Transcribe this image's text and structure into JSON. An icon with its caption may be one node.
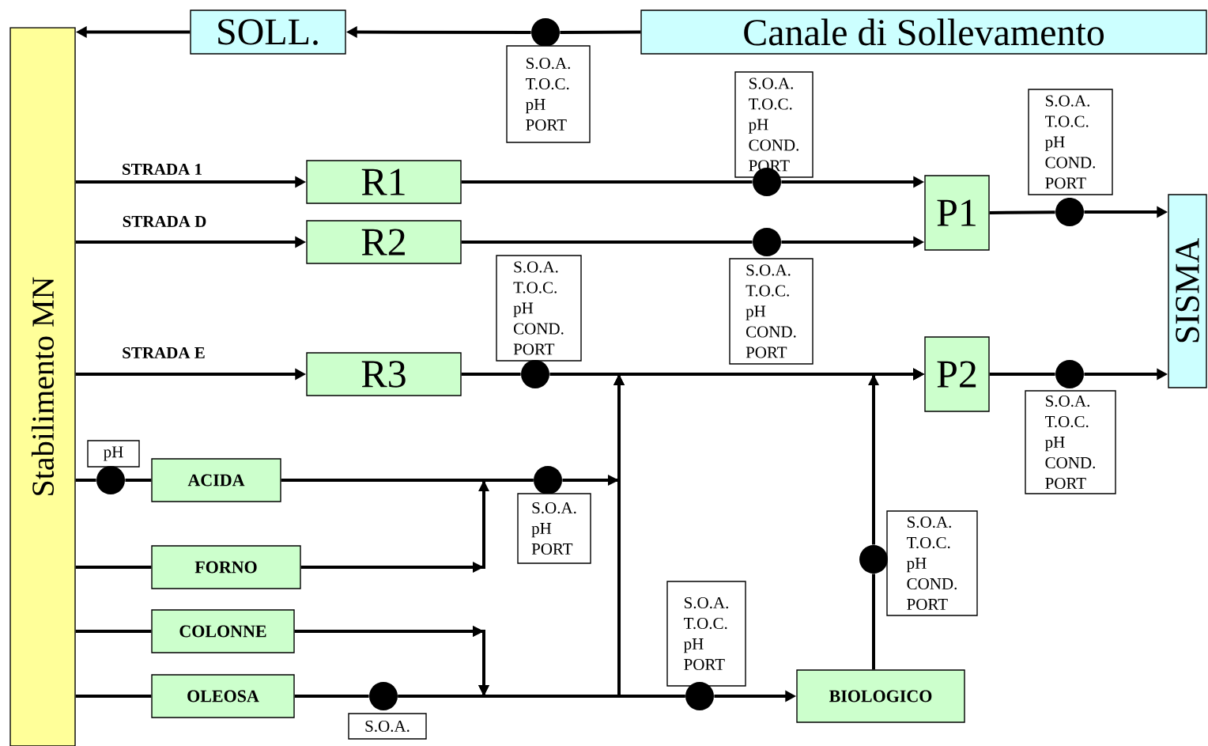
{
  "diagram": {
    "nodes": [
      {
        "text": [
          "Stabilimento MN"
        ]
      },
      {
        "text": [
          "SOLL."
        ]
      },
      {
        "text": [
          "Canale di Sollevamento"
        ]
      },
      {
        "text": [],
        "shape": "circle"
      },
      {
        "text": [
          "S.O.A.",
          "T.O.C.",
          "pH",
          "PORT"
        ]
      },
      {
        "text": [
          "S.O.A.",
          "T.O.C.",
          "pH",
          "COND.",
          "PORT"
        ]
      },
      {
        "text": [
          "S.O.A.",
          "T.O.C.",
          "pH",
          "COND.",
          "PORT"
        ]
      },
      {
        "text": [
          "R1"
        ]
      },
      {
        "text": [],
        "shape": "circle"
      },
      {
        "text": [
          "P1"
        ]
      },
      {
        "text": [],
        "shape": "circle"
      },
      {
        "text": [
          "R2"
        ]
      },
      {
        "text": [],
        "shape": "circle"
      },
      {
        "text": [
          "SISMA"
        ]
      },
      {
        "text": [
          "S.O.A.",
          "T.O.C.",
          "pH",
          "COND.",
          "PORT"
        ]
      },
      {
        "text": [
          "S.O.A.",
          "T.O.C.",
          "pH",
          "COND.",
          "PORT"
        ]
      },
      {
        "text": [
          "R3"
        ]
      },
      {
        "text": [],
        "shape": "circle"
      },
      {
        "text": [
          "P2"
        ]
      },
      {
        "text": [],
        "shape": "circle"
      },
      {
        "text": [
          "S.O.A.",
          "T.O.C.",
          "pH",
          "COND.",
          "PORT"
        ]
      },
      {
        "text": [
          "pH"
        ]
      },
      {
        "text": [],
        "shape": "circle"
      },
      {
        "text": [
          "ACIDA"
        ]
      },
      {
        "text": [],
        "shape": "circle"
      },
      {
        "text": [
          "S.O.A.",
          "pH",
          "PORT"
        ]
      },
      {
        "text": [
          "FORNO"
        ]
      },
      {
        "text": [
          "S.O.A.",
          "T.O.C.",
          "pH",
          "COND.",
          "PORT"
        ]
      },
      {
        "text": [],
        "shape": "circle"
      },
      {
        "text": [
          "COLONNE"
        ]
      },
      {
        "text": [
          "S.O.A.",
          "T.O.C.",
          "pH",
          "PORT"
        ]
      },
      {
        "text": [
          "OLEOSA"
        ]
      },
      {
        "text": [],
        "shape": "circle"
      },
      {
        "text": [],
        "shape": "circle"
      },
      {
        "text": [
          "BIOLOGICO"
        ]
      },
      {
        "text": [
          "S.O.A."
        ]
      }
    ],
    "edges": [
      {
        "from": 2,
        "to": 3,
        "arrow": "none"
      },
      {
        "from": 3,
        "to": 1,
        "arrow": "to"
      },
      {
        "from": 1,
        "to": 0,
        "arrow": "to"
      },
      {
        "from": 0,
        "to": 7,
        "arrow": "to",
        "label": "STRADA 1"
      },
      {
        "from": 0,
        "to": 11,
        "arrow": "to",
        "label": "STRADA D"
      },
      {
        "from": 0,
        "to": 16,
        "arrow": "to",
        "label": "STRADA E"
      },
      {
        "from": 7,
        "to": 8,
        "arrow": "none"
      },
      {
        "from": 8,
        "to": 9,
        "arrow": "to"
      },
      {
        "from": 11,
        "to": 12,
        "arrow": "none"
      },
      {
        "from": 12,
        "to": 9,
        "arrow": "to"
      },
      {
        "from": 9,
        "to": 10,
        "arrow": "none"
      },
      {
        "from": 10,
        "to": 13,
        "arrow": "to"
      },
      {
        "from": 16,
        "to": 17,
        "arrow": "none"
      },
      {
        "from": 17,
        "to": 18,
        "arrow": "to"
      },
      {
        "from": 18,
        "to": 19,
        "arrow": "none"
      },
      {
        "from": 19,
        "to": 13,
        "arrow": "to"
      },
      {
        "from": 0,
        "to": 22,
        "arrow": "none"
      },
      {
        "from": 22,
        "to": 23,
        "arrow": "none"
      },
      {
        "from": 23,
        "to": 24,
        "arrow": "none"
      },
      {
        "from": 24,
        "to": 18,
        "arrow": "to"
      },
      {
        "from": 0,
        "to": 26,
        "arrow": "none"
      },
      {
        "from": 26,
        "to": 24,
        "arrow": "to"
      },
      {
        "from": 0,
        "to": 29,
        "arrow": "none"
      },
      {
        "from": 0,
        "to": 31,
        "arrow": "none"
      },
      {
        "from": 31,
        "to": 32,
        "arrow": "none"
      },
      {
        "from": 32,
        "to": 18,
        "arrow": "to"
      },
      {
        "from": 32,
        "to": 33,
        "arrow": "none"
      },
      {
        "from": 29,
        "to": 18,
        "arrow": "to"
      },
      {
        "from": 29,
        "to": 33,
        "arrow": "to"
      },
      {
        "from": 33,
        "to": 34,
        "arrow": "to"
      },
      {
        "from": 34,
        "to": 28,
        "arrow": "none"
      },
      {
        "from": 28,
        "to": 18,
        "arrow": "to"
      }
    ]
  }
}
